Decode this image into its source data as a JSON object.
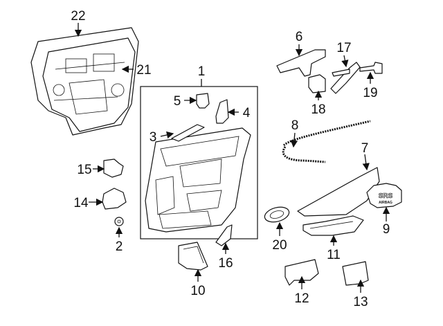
{
  "diagram": {
    "callouts": [
      "1",
      "2",
      "3",
      "4",
      "5",
      "6",
      "7",
      "8",
      "9",
      "10",
      "11",
      "12",
      "13",
      "14",
      "15",
      "16",
      "17",
      "18",
      "19",
      "20",
      "21",
      "22"
    ],
    "badge_text": {
      "line1": "SRS",
      "line2": "AIRBAG"
    }
  }
}
